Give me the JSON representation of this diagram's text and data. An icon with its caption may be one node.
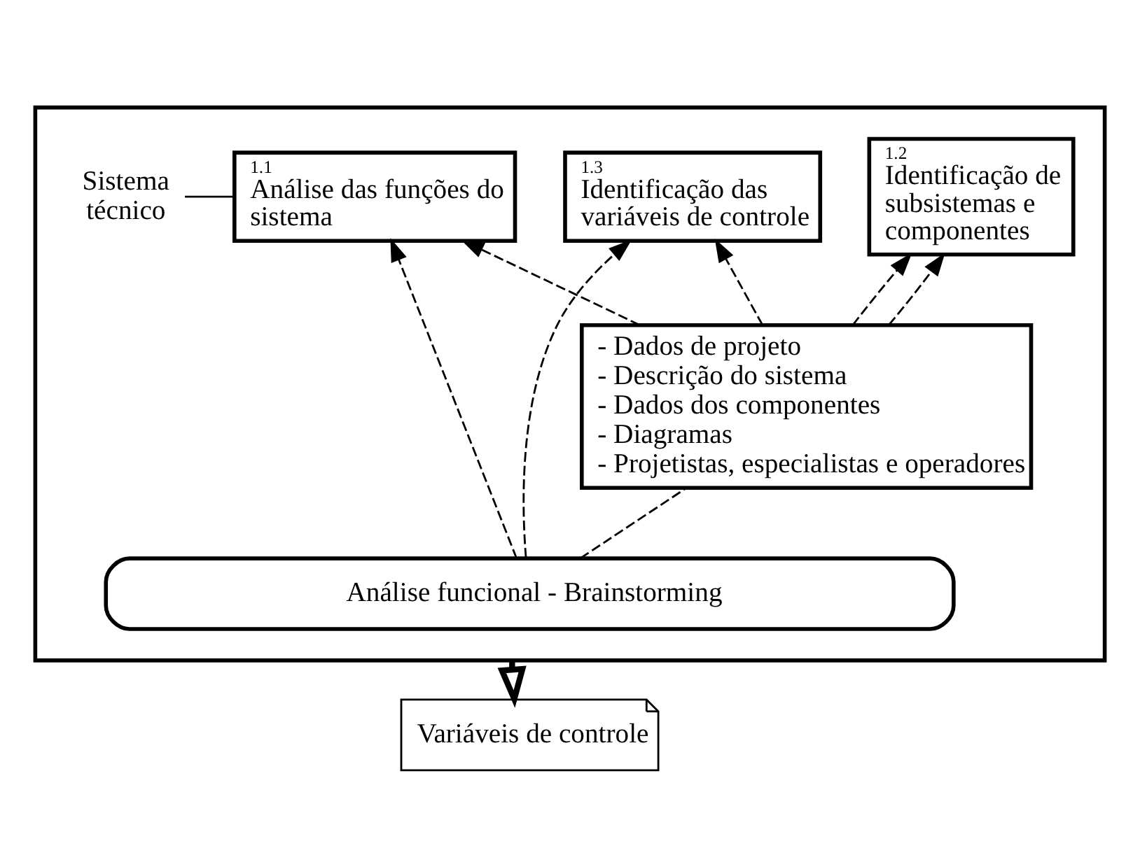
{
  "diagram": {
    "nodes": [
      {
        "text": [],
        "shape": "box"
      },
      {
        "text": [
          "Sistema técnico"
        ],
        "in": 0
      },
      {
        "text": [
          "1.1",
          "Análise das funções do sistema"
        ],
        "in": 0
      },
      {
        "text": [
          "1.2",
          "Identificação de subsistemas e componentes"
        ],
        "in": 0
      },
      {
        "text": [
          "1.3",
          "Identificação das variáveis de controle"
        ],
        "in": 0
      },
      {
        "text": [
          "- Dados de projeto",
          "- Descrição do sistema",
          "- Dados dos componentes",
          "- Diagramas",
          "- Projetistas, especialistas e operadores"
        ],
        "in": 0
      },
      {
        "text": [
          "Análise funcional - Brainstorming"
        ],
        "in": 0
      },
      {
        "text": [
          "Variáveis de controle"
        ]
      }
    ],
    "edges": [
      {
        "from": 1,
        "to": 2,
        "arrow": "none"
      },
      {
        "from": 6,
        "to": 2,
        "arrow": "to",
        "style": "dashed"
      },
      {
        "from": 5,
        "to": 2,
        "arrow": "to",
        "style": "dashed"
      },
      {
        "from": 5,
        "to": 3,
        "arrow": "to",
        "style": "dashed"
      },
      {
        "from": 5,
        "to": 3,
        "arrow": "to",
        "style": "dashed"
      },
      {
        "from": 5,
        "to": 4,
        "arrow": "to",
        "style": "dashed"
      },
      {
        "from": 6,
        "to": 4,
        "arrow": "to",
        "style": "dashed"
      },
      {
        "from": 6,
        "to": 5,
        "arrow": "none",
        "style": "dashed"
      },
      {
        "from": 0,
        "to": 7,
        "arrow": "to",
        "style": "thick"
      }
    ]
  }
}
